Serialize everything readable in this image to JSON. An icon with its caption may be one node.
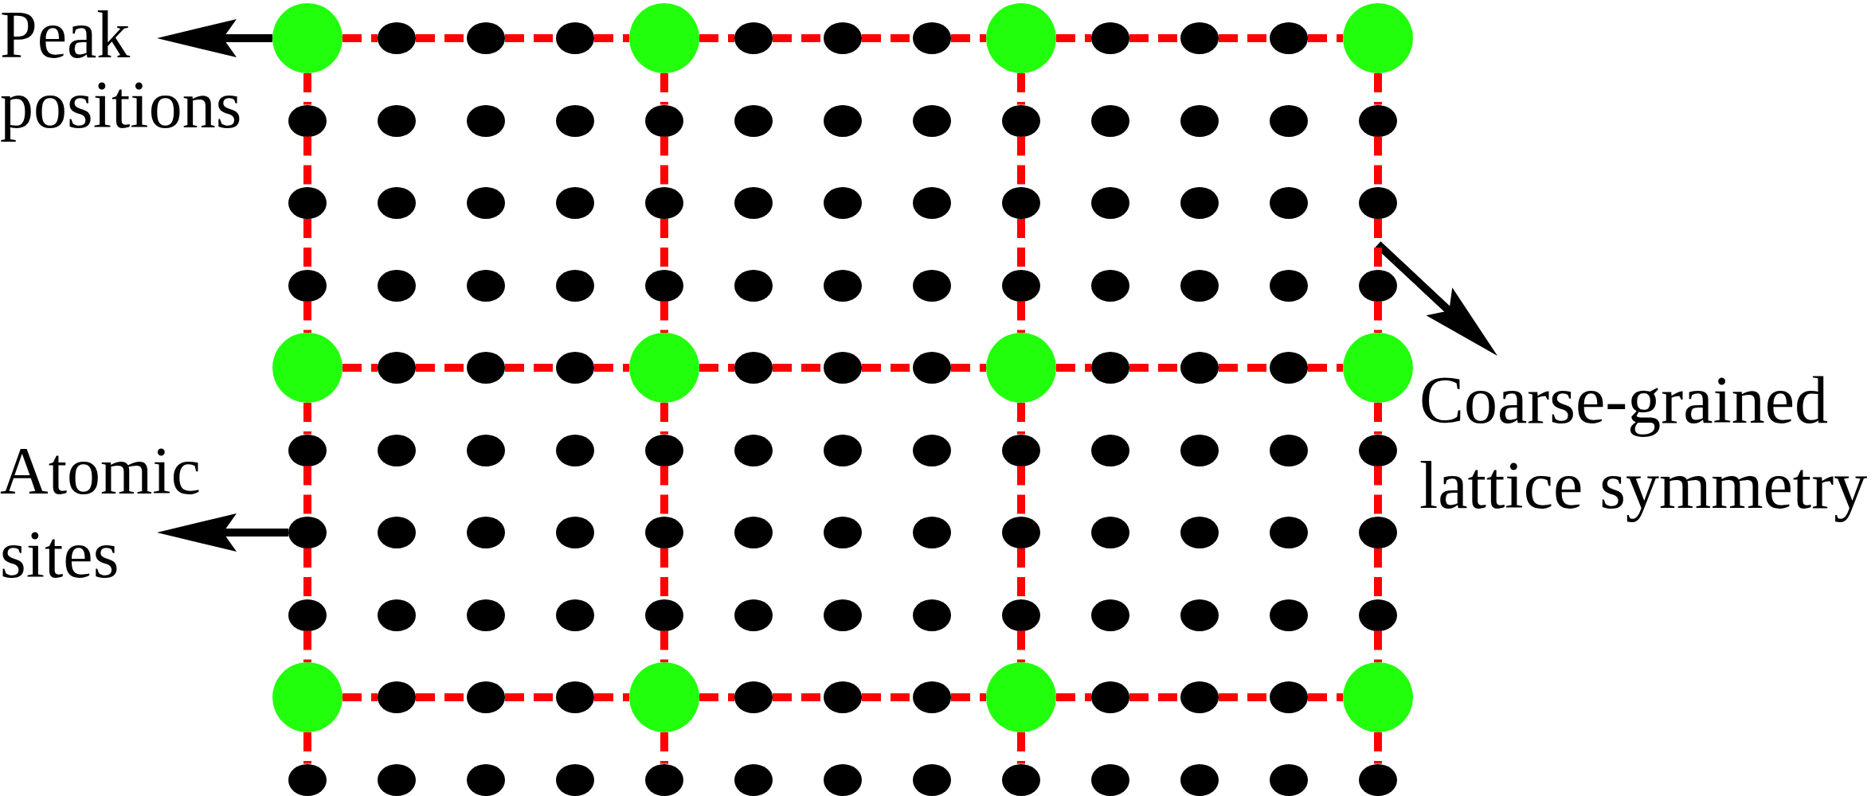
{
  "diagram": {
    "nodes": [
      {
        "text": [
          "Peak positions"
        ]
      },
      {
        "text": [
          "Atomic sites"
        ]
      },
      {
        "text": [
          "Coarse-grained lattice symmetry"
        ]
      },
      {
        "text": [],
        "shape": "circle"
      },
      {
        "text": [],
        "shape": "circle"
      },
      {
        "text": [],
        "shape": "circle"
      },
      {
        "text": [],
        "shape": "circle"
      },
      {
        "text": [],
        "shape": "circle"
      },
      {
        "text": [],
        "shape": "circle"
      },
      {
        "text": [],
        "shape": "circle"
      },
      {
        "text": [],
        "shape": "circle"
      },
      {
        "text": [],
        "shape": "circle"
      },
      {
        "text": [],
        "shape": "circle"
      },
      {
        "text": [],
        "shape": "circle"
      },
      {
        "text": [],
        "shape": "circle"
      },
      {
        "text": [],
        "shape": "circle"
      },
      {
        "text": [],
        "shape": "circle"
      },
      {
        "text": [],
        "shape": "circle"
      },
      {
        "text": [],
        "shape": "circle"
      },
      {
        "text": [],
        "shape": "circle"
      },
      {
        "text": [],
        "shape": "circle"
      },
      {
        "text": [],
        "shape": "circle"
      },
      {
        "text": [],
        "shape": "circle"
      },
      {
        "text": [],
        "shape": "circle"
      },
      {
        "text": [],
        "shape": "circle"
      },
      {
        "text": [],
        "shape": "circle"
      },
      {
        "text": [],
        "shape": "circle"
      },
      {
        "text": [],
        "shape": "circle"
      },
      {
        "text": [],
        "shape": "circle"
      },
      {
        "text": [],
        "shape": "circle"
      },
      {
        "text": [],
        "shape": "circle"
      },
      {
        "text": [],
        "shape": "circle"
      },
      {
        "text": [],
        "shape": "circle"
      },
      {
        "text": [],
        "shape": "circle"
      },
      {
        "text": [],
        "shape": "circle"
      },
      {
        "text": [],
        "shape": "circle"
      },
      {
        "text": [],
        "shape": "circle"
      },
      {
        "text": [],
        "shape": "circle"
      },
      {
        "text": [],
        "shape": "circle"
      },
      {
        "text": [],
        "shape": "circle"
      },
      {
        "text": [],
        "shape": "circle"
      },
      {
        "text": [],
        "shape": "circle"
      },
      {
        "text": [],
        "shape": "circle"
      },
      {
        "text": [],
        "shape": "circle"
      },
      {
        "text": [],
        "shape": "circle"
      },
      {
        "text": [],
        "shape": "circle"
      },
      {
        "text": [],
        "shape": "circle"
      },
      {
        "text": [],
        "shape": "circle"
      },
      {
        "text": [],
        "shape": "circle"
      },
      {
        "text": [],
        "shape": "circle"
      },
      {
        "text": [],
        "shape": "circle"
      },
      {
        "text": [],
        "shape": "circle"
      },
      {
        "text": [],
        "shape": "circle"
      },
      {
        "text": [],
        "shape": "circle"
      },
      {
        "text": [],
        "shape": "circle"
      },
      {
        "text": [],
        "shape": "circle"
      },
      {
        "text": [],
        "shape": "circle"
      },
      {
        "text": [],
        "shape": "circle"
      },
      {
        "text": [],
        "shape": "circle"
      },
      {
        "text": [],
        "shape": "circle"
      },
      {
        "text": [],
        "shape": "circle"
      },
      {
        "text": [],
        "shape": "circle"
      },
      {
        "text": [],
        "shape": "circle"
      },
      {
        "text": [],
        "shape": "circle"
      },
      {
        "text": [],
        "shape": "circle"
      },
      {
        "text": [],
        "shape": "circle"
      },
      {
        "text": [],
        "shape": "circle"
      },
      {
        "text": [],
        "shape": "circle"
      },
      {
        "text": [],
        "shape": "circle"
      },
      {
        "text": [],
        "shape": "circle"
      },
      {
        "text": [],
        "shape": "circle"
      },
      {
        "text": [],
        "shape": "circle"
      },
      {
        "text": [],
        "shape": "circle"
      },
      {
        "text": [],
        "shape": "circle"
      },
      {
        "text": [],
        "shape": "circle"
      },
      {
        "text": [],
        "shape": "circle"
      },
      {
        "text": [],
        "shape": "circle"
      },
      {
        "text": [],
        "shape": "circle"
      },
      {
        "text": [],
        "shape": "circle"
      },
      {
        "text": [],
        "shape": "circle"
      },
      {
        "text": [],
        "shape": "circle"
      },
      {
        "text": [],
        "shape": "circle"
      },
      {
        "text": [],
        "shape": "circle"
      },
      {
        "text": [],
        "shape": "circle"
      },
      {
        "text": [],
        "shape": "circle"
      },
      {
        "text": [],
        "shape": "circle"
      },
      {
        "text": [],
        "shape": "circle"
      },
      {
        "text": [],
        "shape": "circle"
      },
      {
        "text": [],
        "shape": "circle"
      },
      {
        "text": [],
        "shape": "circle"
      },
      {
        "text": [],
        "shape": "circle"
      },
      {
        "text": [],
        "shape": "circle"
      },
      {
        "text": [],
        "shape": "circle"
      },
      {
        "text": [],
        "shape": "circle"
      },
      {
        "text": [],
        "shape": "circle"
      },
      {
        "text": [],
        "shape": "circle"
      },
      {
        "text": [],
        "shape": "circle"
      },
      {
        "text": [],
        "shape": "circle"
      },
      {
        "text": [],
        "shape": "circle"
      },
      {
        "text": [],
        "shape": "circle"
      },
      {
        "text": [],
        "shape": "circle"
      },
      {
        "text": [],
        "shape": "circle"
      },
      {
        "text": [],
        "shape": "circle"
      },
      {
        "text": [],
        "shape": "circle"
      },
      {
        "text": [],
        "shape": "circle"
      },
      {
        "text": [],
        "shape": "circle"
      },
      {
        "text": [],
        "shape": "circle"
      },
      {
        "text": [],
        "shape": "circle"
      },
      {
        "text": [],
        "shape": "circle"
      },
      {
        "text": [],
        "shape": "circle"
      },
      {
        "text": [],
        "shape": "circle"
      },
      {
        "text": [],
        "shape": "circle"
      },
      {
        "text": [],
        "shape": "circle"
      },
      {
        "text": [],
        "shape": "circle"
      },
      {
        "text": [],
        "shape": "circle"
      },
      {
        "text": [],
        "shape": "circle"
      },
      {
        "text": [],
        "shape": "circle"
      },
      {
        "text": [],
        "shape": "circle"
      },
      {
        "text": [],
        "shape": "circle"
      },
      {
        "text": [],
        "shape": "circle"
      },
      {
        "text": [],
        "shape": "circle"
      },
      {
        "text": [],
        "shape": "circle"
      },
      {
        "text": [],
        "shape": "circle"
      },
      {
        "text": [],
        "shape": "circle"
      },
      {
        "text": [],
        "shape": "circle"
      },
      {
        "text": [],
        "shape": "circle"
      },
      {
        "text": [],
        "shape": "circle"
      },
      {
        "text": [],
        "shape": "circle"
      },
      {
        "text": [],
        "shape": "circle"
      },
      {
        "text": [],
        "shape": "circle"
      },
      {
        "text": [],
        "shape": "circle"
      },
      {
        "text": [],
        "shape": "circle"
      },
      {
        "text": [],
        "shape": "circle"
      }
    ],
    "edges": [
      {
        "from": 3,
        "to": 0,
        "arrow": "to",
        "color": "#000000"
      },
      {
        "from": 81,
        "to": 1,
        "arrow": "to",
        "color": "#000000"
      },
      {
        "from": null,
        "to": 2,
        "arrow": "to",
        "color": "#000000"
      },
      {
        "from": 3,
        "to": 4,
        "arrow": "none",
        "style": "dashed"
      },
      {
        "from": 4,
        "to": 5,
        "arrow": "none",
        "style": "dashed"
      },
      {
        "from": 5,
        "to": 6,
        "arrow": "none",
        "style": "dashed"
      },
      {
        "from": 6,
        "to": 7,
        "arrow": "none",
        "style": "dashed"
      },
      {
        "from": 7,
        "to": 8,
        "arrow": "none",
        "style": "dashed"
      },
      {
        "from": 8,
        "to": 9,
        "arrow": "none",
        "style": "dashed"
      },
      {
        "from": 9,
        "to": 10,
        "arrow": "none",
        "style": "dashed"
      },
      {
        "from": 10,
        "to": 11,
        "arrow": "none",
        "style": "dashed"
      },
      {
        "from": 11,
        "to": 12,
        "arrow": "none",
        "style": "dashed"
      },
      {
        "from": 12,
        "to": 13,
        "arrow": "none",
        "style": "dashed"
      },
      {
        "from": 13,
        "to": 14,
        "arrow": "none",
        "style": "dashed"
      },
      {
        "from": 14,
        "to": 15,
        "arrow": "none",
        "style": "dashed"
      },
      {
        "from": 55,
        "to": 56,
        "arrow": "none",
        "style": "dashed"
      },
      {
        "from": 56,
        "to": 57,
        "arrow": "none",
        "style": "dashed"
      },
      {
        "from": 57,
        "to": 58,
        "arrow": "none",
        "style": "dashed"
      },
      {
        "from": 58,
        "to": 59,
        "arrow": "none",
        "style": "dashed"
      },
      {
        "from": 59,
        "to": 60,
        "arrow": "none",
        "style": "dashed"
      },
      {
        "from": 60,
        "to": 61,
        "arrow": "none",
        "style": "dashed"
      },
      {
        "from": 61,
        "to": 62,
        "arrow": "none",
        "style": "dashed"
      },
      {
        "from": 62,
        "to": 63,
        "arrow": "none",
        "style": "dashed"
      },
      {
        "from": 63,
        "to": 64,
        "arrow": "none",
        "style": "dashed"
      },
      {
        "from": 64,
        "to": 65,
        "arrow": "none",
        "style": "dashed"
      },
      {
        "from": 65,
        "to": 66,
        "arrow": "none",
        "style": "dashed"
      },
      {
        "from": 66,
        "to": 67,
        "arrow": "none",
        "style": "dashed"
      },
      {
        "from": 107,
        "to": 108,
        "arrow": "none",
        "style": "dashed"
      },
      {
        "from": 108,
        "to": 109,
        "arrow": "none",
        "style": "dashed"
      },
      {
        "from": 109,
        "to": 110,
        "arrow": "none",
        "style": "dashed"
      },
      {
        "from": 110,
        "to": 111,
        "arrow": "none",
        "style": "dashed"
      },
      {
        "from": 111,
        "to": 112,
        "arrow": "none",
        "style": "dashed"
      },
      {
        "from": 112,
        "to": 113,
        "arrow": "none",
        "style": "dashed"
      },
      {
        "from": 113,
        "to": 114,
        "arrow": "none",
        "style": "dashed"
      },
      {
        "from": 114,
        "to": 115,
        "arrow": "none",
        "style": "dashed"
      },
      {
        "from": 115,
        "to": 116,
        "arrow": "none",
        "style": "dashed"
      },
      {
        "from": 116,
        "to": 117,
        "arrow": "none",
        "style": "dashed"
      },
      {
        "from": 117,
        "to": 118,
        "arrow": "none",
        "style": "dashed"
      },
      {
        "from": 118,
        "to": 119,
        "arrow": "none",
        "style": "dashed"
      },
      {
        "from": 3,
        "to": 16,
        "arrow": "none",
        "style": "dashed"
      },
      {
        "from": 16,
        "to": 29,
        "arrow": "none",
        "style": "dashed"
      },
      {
        "from": 29,
        "to": 42,
        "arrow": "none",
        "style": "dashed"
      },
      {
        "from": 42,
        "to": 55,
        "arrow": "none",
        "style": "dashed"
      },
      {
        "from": 55,
        "to": 68,
        "arrow": "none",
        "style": "dashed"
      },
      {
        "from": 68,
        "to": 81,
        "arrow": "none",
        "style": "dashed"
      },
      {
        "from": 81,
        "to": 94,
        "arrow": "none",
        "style": "dashed"
      },
      {
        "from": 94,
        "to": 107,
        "arrow": "none",
        "style": "dashed"
      },
      {
        "from": 107,
        "to": 120,
        "arrow": "none",
        "style": "dashed"
      },
      {
        "from": 7,
        "to": 20,
        "arrow": "none",
        "style": "dashed"
      },
      {
        "from": 20,
        "to": 33,
        "arrow": "none",
        "style": "dashed"
      },
      {
        "from": 33,
        "to": 46,
        "arrow": "none",
        "style": "dashed"
      },
      {
        "from": 46,
        "to": 59,
        "arrow": "none",
        "style": "dashed"
      },
      {
        "from": 59,
        "to": 72,
        "arrow": "none",
        "style": "dashed"
      },
      {
        "from": 72,
        "to": 85,
        "arrow": "none",
        "style": "dashed"
      },
      {
        "from": 85,
        "to": 98,
        "arrow": "none",
        "style": "dashed"
      },
      {
        "from": 98,
        "to": 111,
        "arrow": "none",
        "style": "dashed"
      },
      {
        "from": 111,
        "to": 124,
        "arrow": "none",
        "style": "dashed"
      },
      {
        "from": 11,
        "to": 24,
        "arrow": "none",
        "style": "dashed"
      },
      {
        "from": 24,
        "to": 37,
        "arrow": "none",
        "style": "dashed"
      },
      {
        "from": 37,
        "to": 50,
        "arrow": "none",
        "style": "dashed"
      },
      {
        "from": 50,
        "to": 63,
        "arrow": "none",
        "style": "dashed"
      },
      {
        "from": 63,
        "to": 76,
        "arrow": "none",
        "style": "dashed"
      },
      {
        "from": 76,
        "to": 89,
        "arrow": "none",
        "style": "dashed"
      },
      {
        "from": 89,
        "to": 102,
        "arrow": "none",
        "style": "dashed"
      },
      {
        "from": 102,
        "to": 115,
        "arrow": "none",
        "style": "dashed"
      },
      {
        "from": 115,
        "to": 128,
        "arrow": "none",
        "style": "dashed"
      },
      {
        "from": 15,
        "to": 28,
        "arrow": "none",
        "style": "dashed"
      },
      {
        "from": 28,
        "to": 41,
        "arrow": "none",
        "style": "dashed"
      },
      {
        "from": 41,
        "to": 54,
        "arrow": "none",
        "style": "dashed"
      },
      {
        "from": 54,
        "to": 67,
        "arrow": "none",
        "style": "dashed"
      },
      {
        "from": 67,
        "to": 80,
        "arrow": "none",
        "style": "dashed"
      },
      {
        "from": 80,
        "to": 93,
        "arrow": "none",
        "style": "dashed"
      },
      {
        "from": 93,
        "to": 106,
        "arrow": "none",
        "style": "dashed"
      },
      {
        "from": 106,
        "to": 119,
        "arrow": "none",
        "style": "dashed"
      },
      {
        "from": 119,
        "to": 132,
        "arrow": "none",
        "style": "dashed"
      }
    ]
  }
}
